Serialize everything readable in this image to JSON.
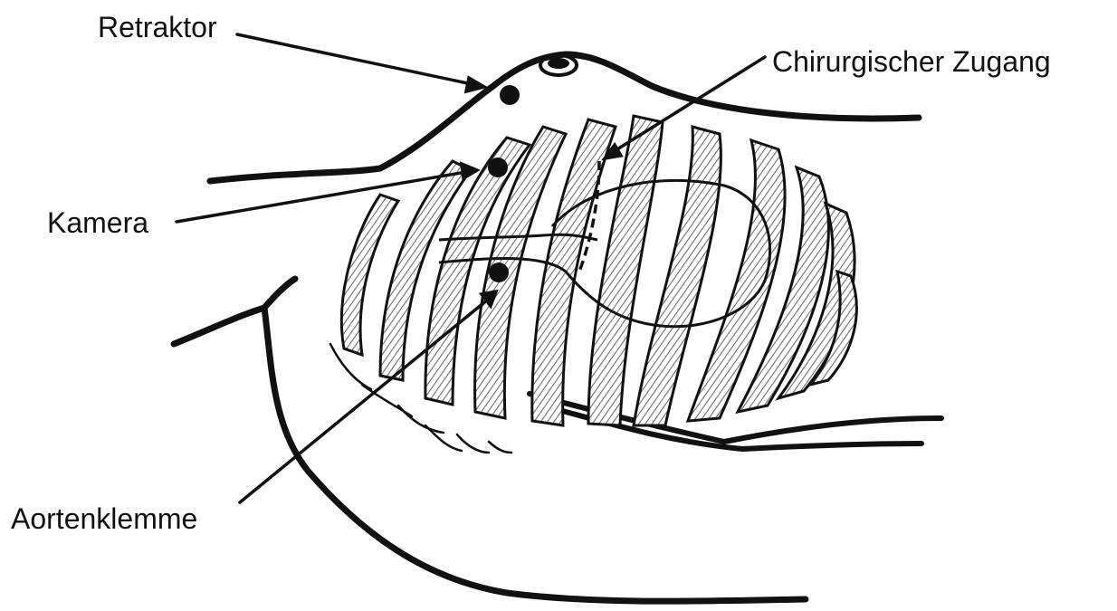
{
  "labels": {
    "retractor": "Retraktor",
    "surgical_access": "Chirurgischer Zugang",
    "camera": "Kamera",
    "aortic_clamp": "Aortenklemme"
  },
  "colors": {
    "ink": "#111111",
    "rib_shading": "#8a8a8a",
    "background": "#ffffff"
  }
}
